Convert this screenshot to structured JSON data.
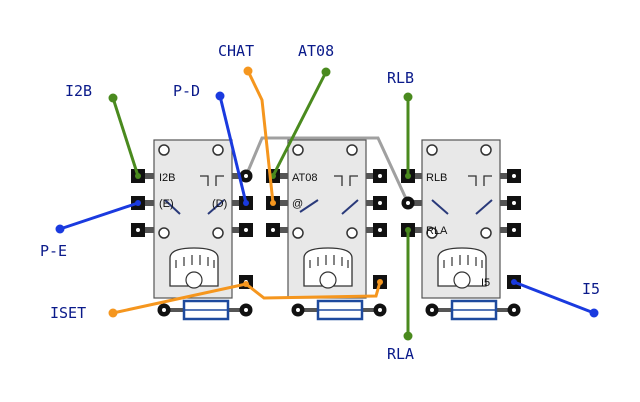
{
  "diagram": {
    "callouts": {
      "i2b": "I2B",
      "p_d": "P-D",
      "chat": "CHAT",
      "at08": "AT08",
      "rlb": "RLB",
      "p_e": "P-E",
      "iset": "ISET",
      "rla": "RLA",
      "i5": "I5"
    },
    "relay_labels": {
      "r1_i2b": "I2B",
      "r1_e": "(E)",
      "r1_d": "(D)",
      "r2_at08": "AT08",
      "r2_at": "@",
      "r3_rlb": "RLB",
      "r3_rla": "RLA",
      "r3_i5": "I5"
    },
    "colors": {
      "green": "#4a8a1e",
      "blue": "#1a3adf",
      "orange": "#f5961e",
      "gray": "#a0a0a0",
      "fuse": "#1e4a9e",
      "label": "#0a1a8a"
    }
  }
}
